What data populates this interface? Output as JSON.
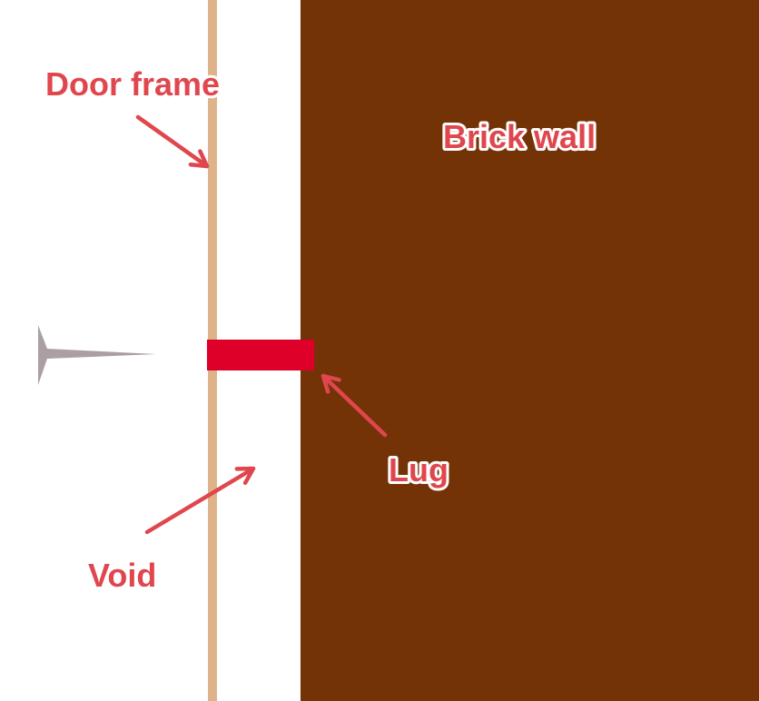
{
  "labels": {
    "door_frame": "Door frame",
    "brick_wall": "Brick wall",
    "lug": "Lug",
    "void": "Void"
  },
  "colors": {
    "background": "#ffffff",
    "door_frame": "#deb38a",
    "brick_wall": "#733306",
    "lug": "#de0029",
    "nail": "#ab9fa3",
    "annotation": "#e0464d"
  }
}
